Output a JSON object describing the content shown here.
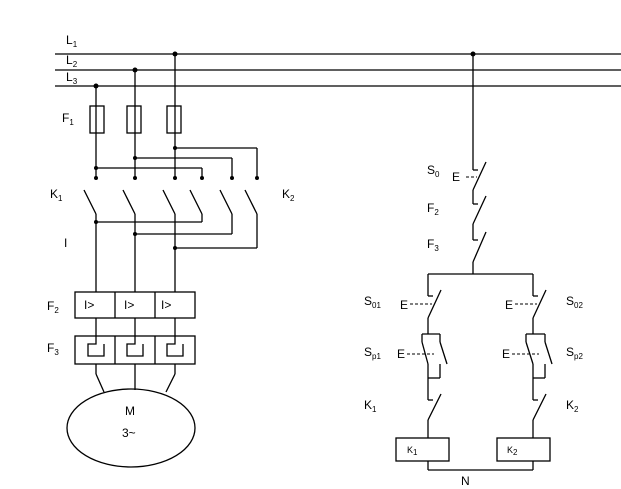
{
  "labels": {
    "L1": {
      "main": "L",
      "sub": "1"
    },
    "L2": {
      "main": "L",
      "sub": "2"
    },
    "L3": {
      "main": "L",
      "sub": "3"
    },
    "F1": {
      "main": "F",
      "sub": "1"
    },
    "K1": {
      "main": "K",
      "sub": "1"
    },
    "K2": {
      "main": "K",
      "sub": "2"
    },
    "F2": {
      "main": "F",
      "sub": "2"
    },
    "F3": {
      "main": "F",
      "sub": "3"
    },
    "I": "I",
    "S0": {
      "main": "S",
      "sub": "0"
    },
    "F2r": {
      "main": "F",
      "sub": "2"
    },
    "F3r": {
      "main": "F",
      "sub": "3"
    },
    "S01": {
      "main": "S",
      "sub": "01"
    },
    "S02": {
      "main": "S",
      "sub": "02"
    },
    "Sp1": {
      "main": "S",
      "sub": "p1"
    },
    "Sp2": {
      "main": "S",
      "sub": "p2"
    },
    "K1r": {
      "main": "K",
      "sub": "1"
    },
    "K2r": {
      "main": "K",
      "sub": "2"
    },
    "N": "N",
    "E": "E",
    "overload": "I>",
    "motor": "M",
    "motor_phase": "3~",
    "coil1": {
      "main": "K",
      "sub": "1"
    },
    "coil2": {
      "main": "K",
      "sub": "2"
    }
  }
}
